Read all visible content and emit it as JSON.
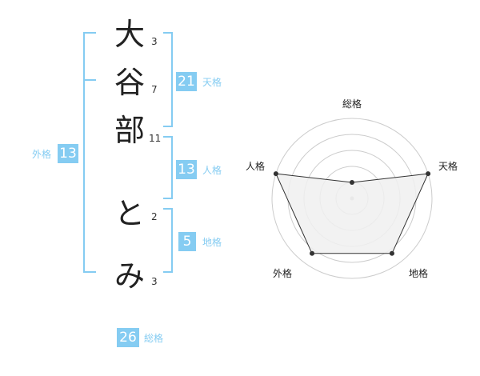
{
  "name_chars": [
    {
      "char": "大",
      "strokes": "3"
    },
    {
      "char": "谷",
      "strokes": "7"
    },
    {
      "char": "部",
      "strokes": "11"
    },
    {
      "char": "と",
      "strokes": "2"
    },
    {
      "char": "み",
      "strokes": "3"
    }
  ],
  "fortunes": {
    "tenkaku": {
      "value": "21",
      "label": "天格"
    },
    "jinkaku": {
      "value": "13",
      "label": "人格"
    },
    "chikaku": {
      "value": "5",
      "label": "地格"
    },
    "gaikaku": {
      "value": "13",
      "label": "外格"
    },
    "soukaku": {
      "value": "26",
      "label": "総格"
    }
  },
  "chart_data": {
    "type": "radar",
    "axes": [
      "総格",
      "天格",
      "地格",
      "外格",
      "人格"
    ],
    "values": [
      0.2,
      1.0,
      0.85,
      0.85,
      1.0
    ],
    "rings": 5,
    "colors": {
      "fill": "#f0f0f0",
      "stroke": "#333333",
      "grid": "#cccccc",
      "point": "#333333"
    }
  },
  "colors": {
    "accent": "#85ccf2"
  }
}
